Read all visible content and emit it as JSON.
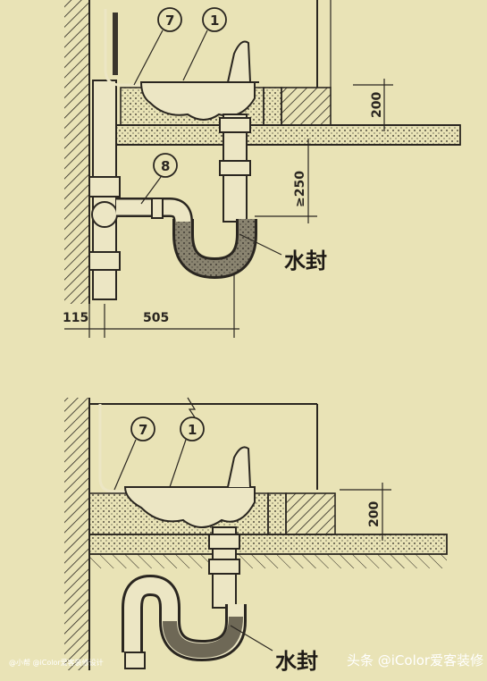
{
  "top_diagram": {
    "callout_a": "7",
    "callout_b": "1",
    "callout_c": "8",
    "dim_height": "200",
    "dim_drop": "≥250",
    "dim_wall": "115",
    "dim_run": "505",
    "trap_label": "水封"
  },
  "bottom_diagram": {
    "callout_a": "7",
    "callout_b": "1",
    "dim_height": "200",
    "trap_label": "水封"
  },
  "watermark": {
    "main": "头条 @iColor爱客装修",
    "small": "@小帮 @iColor爱客装修设计"
  }
}
